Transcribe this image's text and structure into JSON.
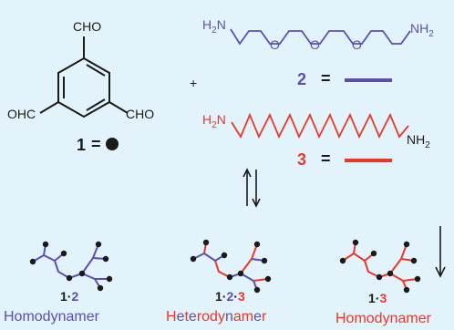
{
  "colors": {
    "background": "#e3f3fb",
    "ink": "#1a1a1a",
    "blue": "#5a4fb0",
    "red": "#e8382a"
  },
  "molecule1": {
    "cho_top": "CHO",
    "ohc_left": "OHC",
    "cho_right": "CHO",
    "number": "1",
    "equals": "="
  },
  "plus": "+",
  "chain2": {
    "h2n_prefix": "H",
    "h2n_sub": "2",
    "h2n_suffix": "N",
    "oxygen": "O",
    "nh2_prefix": "NH",
    "nh2_sub": "2",
    "number": "2",
    "equals": "="
  },
  "chain3": {
    "h2n_prefix": "H",
    "h2n_sub": "2",
    "h2n_suffix": "N",
    "nh2_prefix": "NH",
    "nh2_sub": "2",
    "number": "3",
    "equals": "="
  },
  "products": [
    {
      "label_1": "1",
      "dot": "·",
      "label_2": "2",
      "caption": "Homodynamer"
    },
    {
      "label_1": "1",
      "dot": "·",
      "label_2": "2",
      "dot2": "·",
      "label_3": "3",
      "caption_parts": [
        "H",
        "e",
        "t",
        "e",
        "rody",
        "n",
        "am",
        "e",
        "r"
      ]
    },
    {
      "label_1": "1",
      "dot": "·",
      "label_2": "3",
      "caption": "Homodynamer"
    }
  ]
}
